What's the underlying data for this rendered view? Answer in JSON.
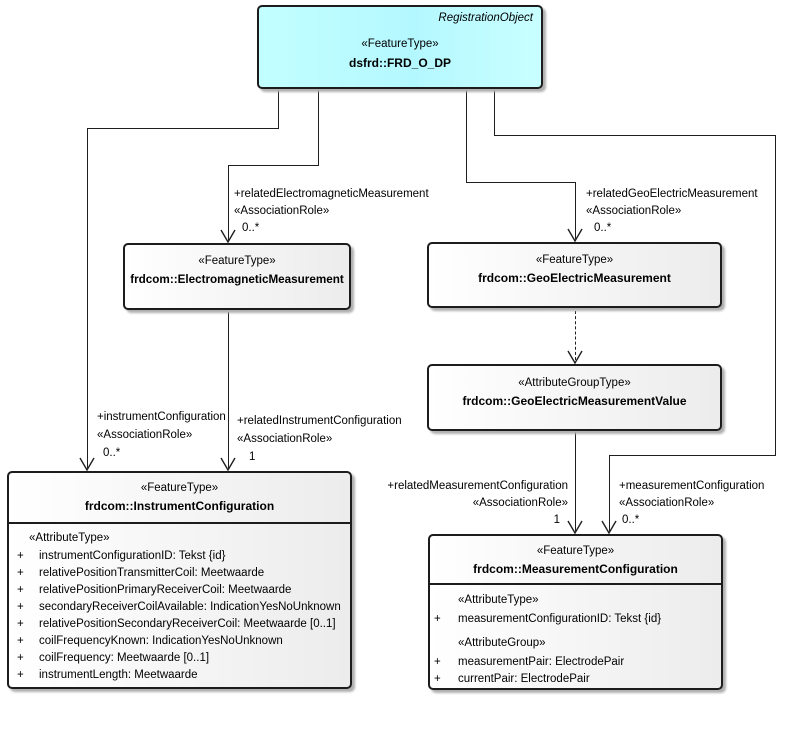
{
  "diagram": {
    "plus": "+",
    "top_box": {
      "tag": "RegistrationObject",
      "stereotype": "«FeatureType»",
      "name": "dsfrd::FRD_O_DP"
    },
    "em_box": {
      "stereotype": "«FeatureType»",
      "name": "frdcom::ElectromagneticMeasurement"
    },
    "geo_box": {
      "stereotype": "«FeatureType»",
      "name": "frdcom::GeoElectricMeasurement"
    },
    "geoval_box": {
      "stereotype": "«AttributeGroupType»",
      "name": "frdcom::GeoElectricMeasurementValue"
    },
    "instr_box": {
      "stereotype": "«FeatureType»",
      "name": "frdcom::InstrumentConfiguration",
      "attr_header": "«AttributeType»",
      "attrs": [
        "instrumentConfigurationID: Tekst {id}",
        "relativePositionTransmitterCoil: Meetwaarde",
        "relativePositionPrimaryReceiverCoil: Meetwaarde",
        "secondaryReceiverCoilAvailable: IndicationYesNoUnknown",
        "relativePositionSecondaryReceiverCoil: Meetwaarde [0..1]",
        "coilFrequencyKnown: IndicationYesNoUnknown",
        "coilFrequency: Meetwaarde [0..1]",
        "instrumentLength: Meetwaarde"
      ]
    },
    "meas_box": {
      "stereotype": "«FeatureType»",
      "name": "frdcom::MeasurementConfiguration",
      "attr_header": "«AttributeType»",
      "attrs": [
        "measurementConfigurationID: Tekst {id}"
      ],
      "group_header": "«AttributeGroup»",
      "group_attrs": [
        "measurementPair: ElectrodePair",
        "currentPair: ElectrodePair"
      ]
    },
    "labels": {
      "related_em": {
        "name": "+relatedElectromagneticMeasurement",
        "role": "«AssociationRole»",
        "mult": "0..*"
      },
      "related_geo": {
        "name": "+relatedGeoElectricMeasurement",
        "role": "«AssociationRole»",
        "mult": "0..*"
      },
      "instrument_config": {
        "name": "+instrumentConfiguration",
        "role": "«AssociationRole»",
        "mult": "0..*"
      },
      "related_instrument_config": {
        "name": "+relatedInstrumentConfiguration",
        "role": "«AssociationRole»",
        "mult": "1"
      },
      "related_measurement_config": {
        "name": "+relatedMeasurementConfiguration",
        "role": "«AssociationRole»",
        "mult": "1"
      },
      "measurement_config": {
        "name": "+measurementConfiguration",
        "role": "«AssociationRole»",
        "mult": "0..*"
      }
    }
  }
}
